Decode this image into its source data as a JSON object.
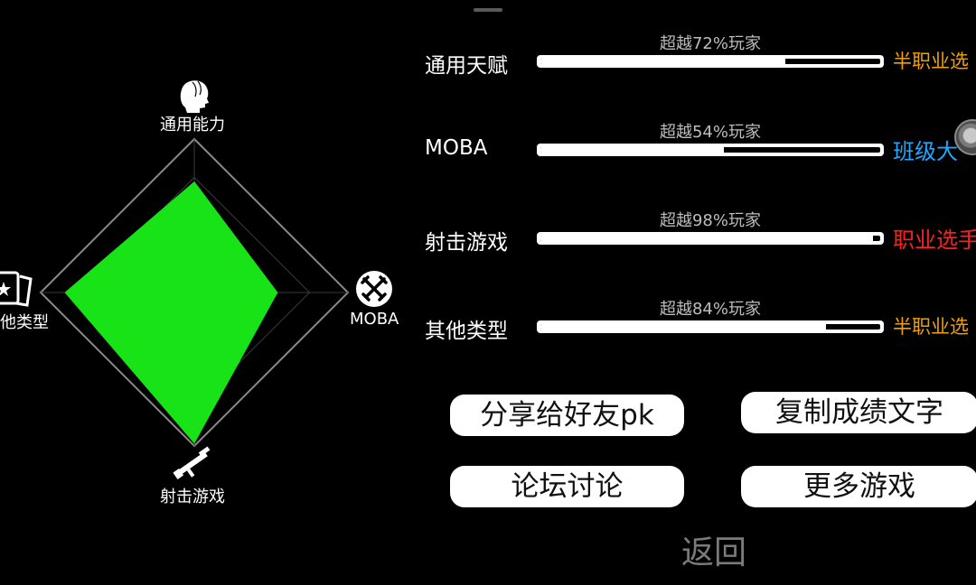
{
  "radar": {
    "axes": [
      {
        "label": "通用能力",
        "value": 0.72,
        "icon": "head-icon"
      },
      {
        "label": "MOBA",
        "value": 0.54,
        "icon": "crossed-swords-icon"
      },
      {
        "label": "射击游戏",
        "value": 0.98,
        "icon": "rifle-icon"
      },
      {
        "label": "其他类型",
        "value": 0.84,
        "icon": "card-star-icon"
      }
    ],
    "fill_color": "#17e317",
    "grid_color": "#3a3a3a",
    "outline_color": "#ffffff"
  },
  "stats": [
    {
      "name": "通用天赋",
      "percent_text": "超越72%玩家",
      "percent": 72,
      "rank": "半职业选",
      "rank_color": "#f0a000"
    },
    {
      "name": "MOBA",
      "percent_text": "超越54%玩家",
      "percent": 54,
      "rank": "班级大",
      "rank_color": "#1ea8ff"
    },
    {
      "name": "射击游戏",
      "percent_text": "超越98%玩家",
      "percent": 98,
      "rank": "职业选手",
      "rank_color": "#ff1f1f"
    },
    {
      "name": "其他类型",
      "percent_text": "超越84%玩家",
      "percent": 84,
      "rank": "半职业选",
      "rank_color": "#f0a000"
    }
  ],
  "buttons": {
    "share": "分享给好友pk",
    "copy": "复制成绩文字",
    "forum": "论坛讨论",
    "more": "更多游戏",
    "back": "返回"
  }
}
